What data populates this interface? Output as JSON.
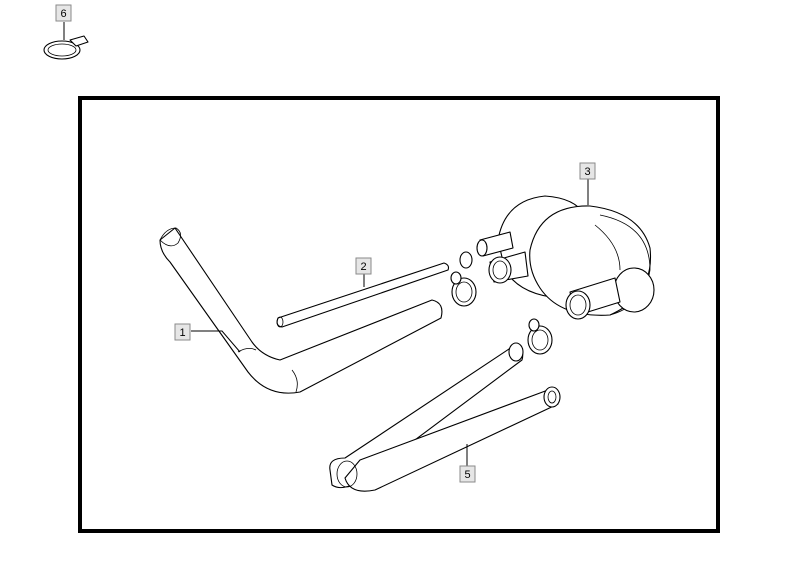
{
  "callouts": {
    "c1": "1",
    "c2": "2",
    "c3": "3",
    "c5": "5",
    "c6": "6"
  }
}
